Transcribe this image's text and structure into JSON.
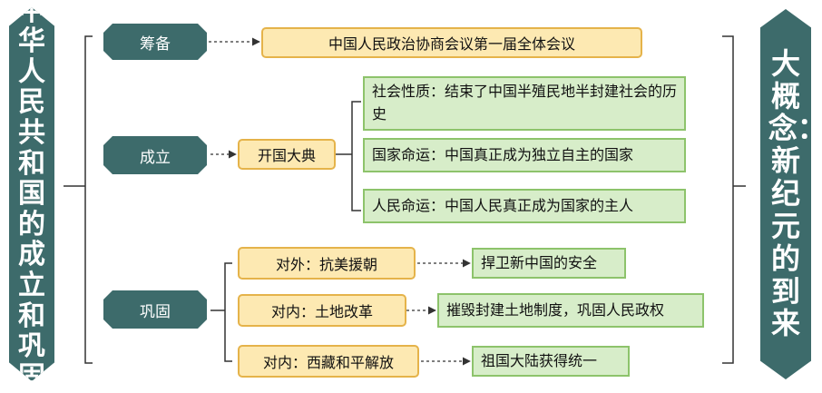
{
  "left_title": "中华人民共和国的成立和巩固",
  "right_title": "大概念：新纪元的到来",
  "stages": {
    "prepare": {
      "label": "筹备",
      "event": "中国人民政治协商会议第一届全体会议"
    },
    "found": {
      "label": "成立",
      "event": "开国大典",
      "meanings": [
        "社会性质：结束了中国半殖民地半封建社会的历史",
        "国家命运：中国真正成为独立自主的国家",
        "人民命运：中国人民真正成为国家的主人"
      ]
    },
    "consolidate": {
      "label": "巩固",
      "actions": [
        {
          "event": "对外：抗美援朝",
          "result": "捍卫新中国的安全"
        },
        {
          "event": "对内：土地改革",
          "result": "摧毁封建土地制度，巩固人民政权"
        },
        {
          "event": "对内：西藏和平解放",
          "result": "祖国大陆获得统一"
        }
      ]
    }
  },
  "colors": {
    "banner": "#3d6b6b",
    "yellow_fill": "#fde9b2",
    "yellow_border": "#e5b34a",
    "green_fill": "#d7edc9",
    "green_border": "#8dc36b"
  }
}
